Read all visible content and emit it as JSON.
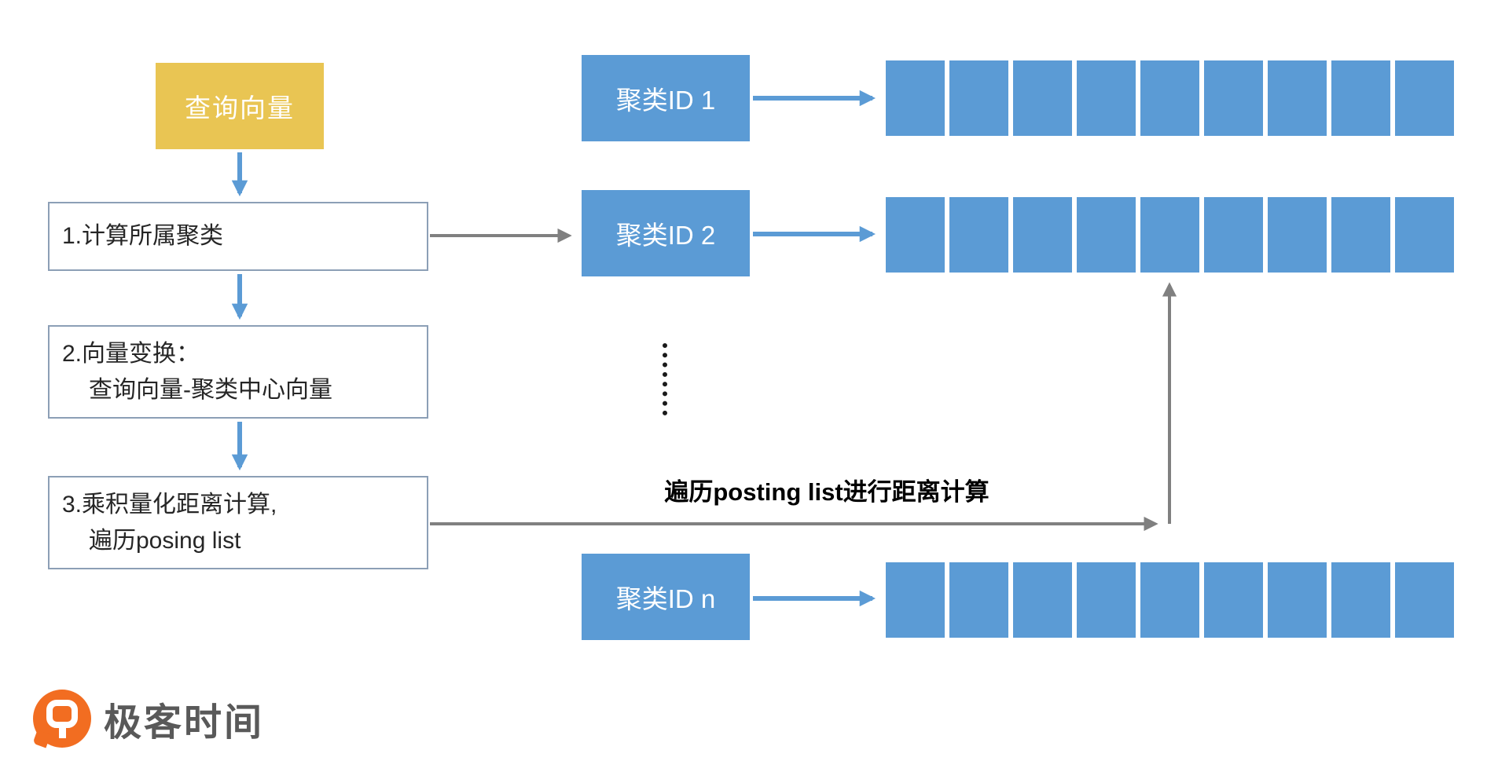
{
  "flow": {
    "query_vector": "查询向量",
    "step1": "1.计算所属聚类",
    "step2_line1": "2.向量变换：",
    "step2_line2": "查询向量-聚类中心向量",
    "step3_line1": "3.乘积量化距离计算,",
    "step3_line2": "遍历posing list"
  },
  "clusters": [
    {
      "label": "聚类ID 1",
      "cells": 9
    },
    {
      "label": "聚类ID 2",
      "cells": 9
    },
    {
      "label": "聚类ID n",
      "cells": 9
    }
  ],
  "annotation": "遍历posting list进行距离计算",
  "logo": {
    "brand": "极客时间"
  },
  "colors": {
    "blue": "#5B9BD5",
    "yellow": "#E9C553",
    "gray": "#808080",
    "box_border": "#8C9FB6",
    "text_dark": "#262626",
    "logo_orange": "#F26D21",
    "logo_text": "#595959"
  }
}
